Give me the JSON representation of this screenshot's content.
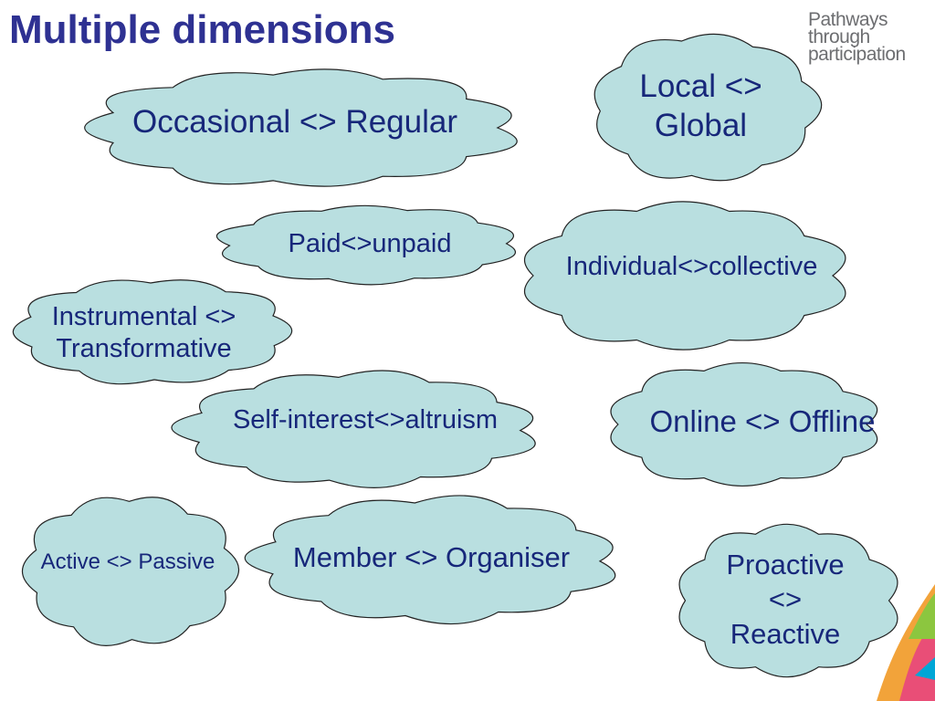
{
  "slide": {
    "title": "Multiple dimensions",
    "logo": {
      "line1": "Pathways",
      "line2": "through",
      "line3": "participation"
    }
  },
  "colors": {
    "cloud_fill": "#b9dfe0",
    "cloud_stroke": "#222222",
    "title": "#2e3192",
    "label": "#17277a"
  },
  "clouds": [
    {
      "id": "occasional-regular",
      "text": "Occasional <> Regular"
    },
    {
      "id": "local-global",
      "text": [
        "Local <>",
        "Global"
      ]
    },
    {
      "id": "paid-unpaid",
      "text": "Paid<>unpaid"
    },
    {
      "id": "individual-collective",
      "text": "Individual<>collective"
    },
    {
      "id": "instrumental-transformative",
      "text": [
        "Instrumental <>",
        "Transformative"
      ]
    },
    {
      "id": "self-interest-altruism",
      "text": "Self-interest<>altruism"
    },
    {
      "id": "online-offline",
      "text": "Online <> Offline"
    },
    {
      "id": "active-passive",
      "text": "Active <> Passive"
    },
    {
      "id": "member-organiser",
      "text": "Member <> Organiser"
    },
    {
      "id": "proactive-reactive",
      "text": [
        "Proactive",
        "<>",
        "Reactive"
      ]
    }
  ]
}
